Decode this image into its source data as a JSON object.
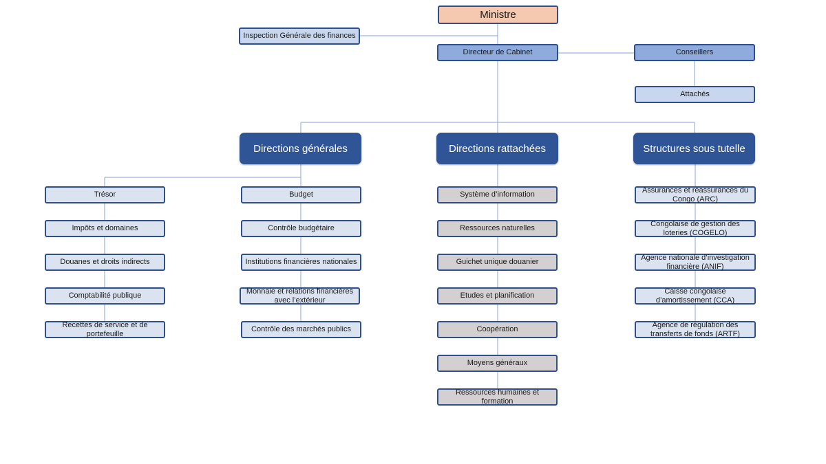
{
  "top": {
    "minister": "Ministre",
    "inspection": "Inspection Générale des finances",
    "cabinet": "Directeur de Cabinet",
    "conseillers": "Conseillers",
    "attaches": "Attachés"
  },
  "heads": {
    "generales": "Directions générales",
    "rattachees": "Directions rattachées",
    "tutelle": "Structures sous tutelle"
  },
  "generales_left": [
    "Trésor",
    "Impôts et domaines",
    "Douanes et droits indirects",
    "Comptabilité publique",
    "Recettes de service et de portefeuille"
  ],
  "generales_right": [
    "Budget",
    "Contrôle budgétaire",
    "Institutions financières nationales",
    "Monnaie et relations financières avec l’extérieur",
    "Contrôle des marchés publics"
  ],
  "rattachees": [
    "Système d’information",
    "Ressources naturelles",
    "Guichet unique douanier",
    "Etudes et planification",
    "Coopération",
    "Moyens généraux",
    "Ressources humaines et formation"
  ],
  "tutelle": [
    "Assurances et réassurances du Congo (ARC)",
    "Congolaise de gestion des loteries (COGELO)",
    "Agence nationale d’investigation financière (ANIF)",
    "Caisse congolaise d’amortissement (CCA)",
    "Agence de régulation des transferts de fonds (ARTF)"
  ],
  "colors": {
    "minister": "#f4c9b0",
    "cabinet": "#8faadc",
    "head": "#2f5597",
    "light_blue": "#c8d7ee",
    "pale_blue": "#dbe3f1",
    "grey": "#d4d0d2",
    "border": "#2f4f8a",
    "line": "#9bb3d9"
  }
}
